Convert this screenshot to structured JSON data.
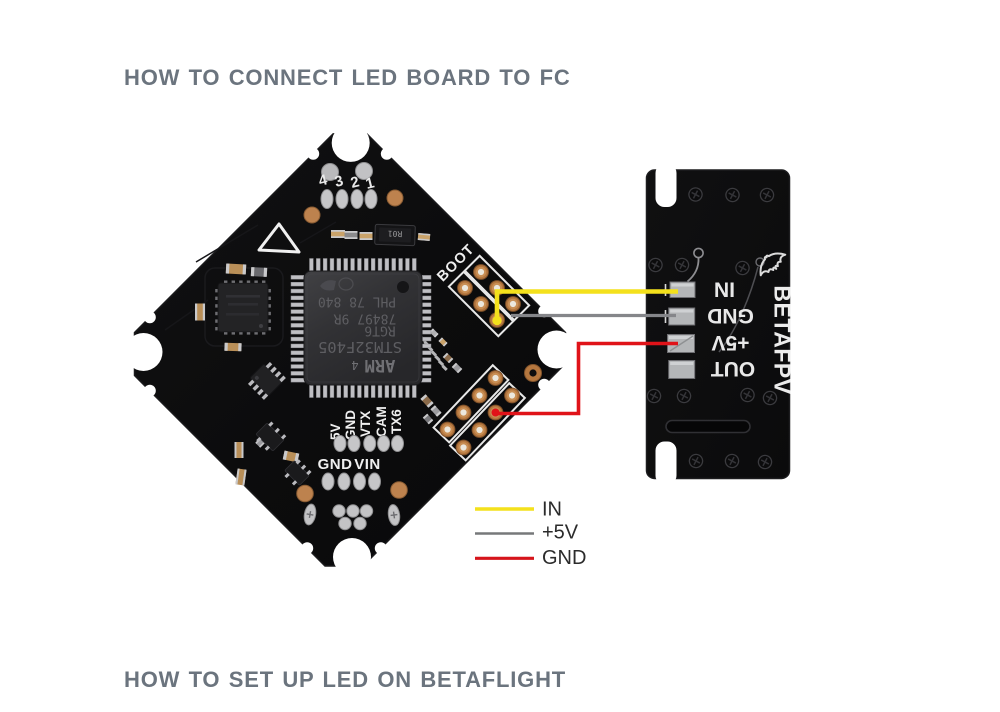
{
  "page": {
    "background": "#ffffff"
  },
  "titles": {
    "top": "HOW TO CONNECT LED BOARD TO FC",
    "bottom": "HOW TO SET UP LED ON BETAFLIGHT",
    "color": "#6b747e"
  },
  "fc_board": {
    "mcu": {
      "marking_lines": [
        "PHL 78 840",
        "78497 9R",
        "RGT6",
        "STM32F405"
      ],
      "arm_label": "ARM",
      "arm_code": "4"
    },
    "silkscreen": {
      "boot": "BOOT",
      "pin_numbers": [
        "4",
        "3",
        "2",
        "1"
      ],
      "side_pads_vertical": [
        "5V",
        "GND",
        "VTX",
        "CAM",
        "TX6"
      ],
      "bottom_pads": [
        "GND",
        "VIN"
      ],
      "shunt_label": "R01"
    }
  },
  "led_board": {
    "brand": "BETAFPV",
    "pad_labels": [
      "IN",
      "GND",
      "+5V",
      "OUT"
    ]
  },
  "wires": {
    "in": {
      "label": "IN",
      "color": "#f4e11c"
    },
    "p5v": {
      "label": "+5V",
      "color": "#85868a"
    },
    "gnd": {
      "label": "GND",
      "color": "#e01319"
    }
  },
  "legend": {
    "items": [
      {
        "label": "IN",
        "color": "#f4e11c"
      },
      {
        "label": "+5V",
        "color": "#77787a"
      },
      {
        "label": "GND",
        "color": "#d6151b"
      }
    ],
    "text_color": "#2b2b2b"
  }
}
